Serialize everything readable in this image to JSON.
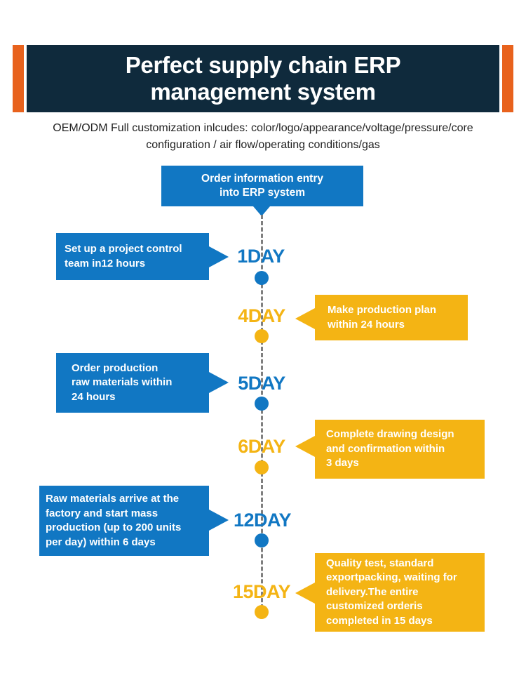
{
  "banner": {
    "title": "Perfect supply chain ERP\nmanagement system",
    "accent_color": "#e8621d",
    "background_color": "#0f2a3c"
  },
  "subtitle": "OEM/ODM  Full customization inlcudes: color/logo/appearance/voltage/pressure/core\nconfiguration / air flow/operating conditions/gas",
  "start_step": {
    "text": "Order information entry\ninto ERP system",
    "color": "#1177c3"
  },
  "timeline": [
    {
      "day": "1DAY",
      "text": "Set up a project control\nteam in12 hours",
      "side": "left",
      "color": "#1177c3"
    },
    {
      "day": "4DAY",
      "text": "Make production plan\nwithin 24 hours",
      "side": "right",
      "color": "#f4b414"
    },
    {
      "day": "5DAY",
      "text": "Order production\nraw materials within\n24 hours",
      "side": "left",
      "color": "#1177c3"
    },
    {
      "day": "6DAY",
      "text": "Complete drawing design\nand confirmation within\n3 days",
      "side": "right",
      "color": "#f4b414"
    },
    {
      "day": "12DAY",
      "text": "Raw materials arrive at the\nfactory and start mass\nproduction (up to 200 units\nper day) within 6 days",
      "side": "left",
      "color": "#1177c3"
    },
    {
      "day": "15DAY",
      "text": "Quality test, standard\nexportpacking, waiting for\ndelivery.The entire\ncustomized orderis\ncompleted in 15 days",
      "side": "right",
      "color": "#f4b414"
    }
  ]
}
